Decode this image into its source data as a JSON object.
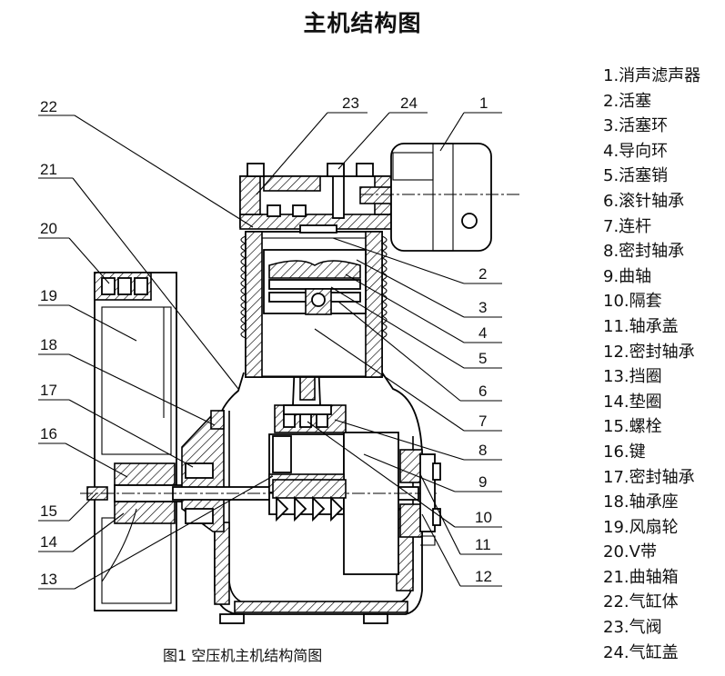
{
  "title": "主机结构图",
  "caption": "图1  空压机主机结构简图",
  "callout_numbers": [
    "1",
    "2",
    "3",
    "4",
    "5",
    "6",
    "7",
    "8",
    "9",
    "10",
    "11",
    "12",
    "13",
    "14",
    "15",
    "16",
    "17",
    "18",
    "19",
    "20",
    "21",
    "22",
    "23",
    "24"
  ],
  "legend": [
    "1.消声滤声器",
    "2.活塞",
    "3.活塞环",
    "4.导向环",
    "5.活塞销",
    "6.滚针轴承",
    "7.连杆",
    "8.密封轴承",
    "9.曲轴",
    "10.隔套",
    "11.轴承盖",
    "12.密封轴承",
    "13.挡圈",
    "14.垫圈",
    "15.螺栓",
    "16.键",
    "17.密封轴承",
    "18.轴承座",
    "19.风扇轮",
    "20.V带",
    "21.曲轴箱",
    "22.气缸体",
    "23.气阀",
    "24.气缸盖"
  ]
}
